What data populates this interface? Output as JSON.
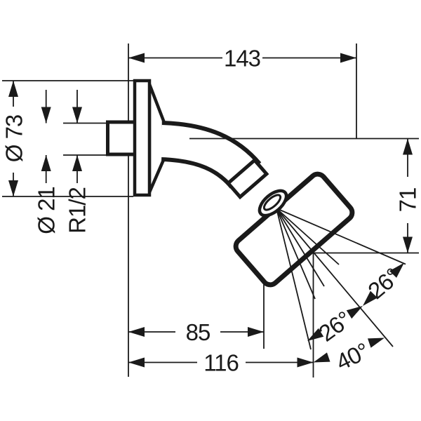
{
  "page": {
    "background": "#ffffff",
    "line_color": "#1a1a1a"
  },
  "drawing": {
    "type": "technical-dimension-drawing",
    "subject": "wall-mounted overhead shower head with arm, side elevation",
    "dimensions": {
      "overall_projection": "143",
      "escutcheon_diameter": "Ø 73",
      "pipe_diameter": "Ø 21",
      "connection_thread": "R1/2",
      "head_drop_height": "71",
      "face_projection": "85",
      "tip_projection": "116",
      "spray_angle_upper": "26°",
      "spray_angle_lower": "26°",
      "spray_angle_to_vertical": "40°"
    }
  }
}
